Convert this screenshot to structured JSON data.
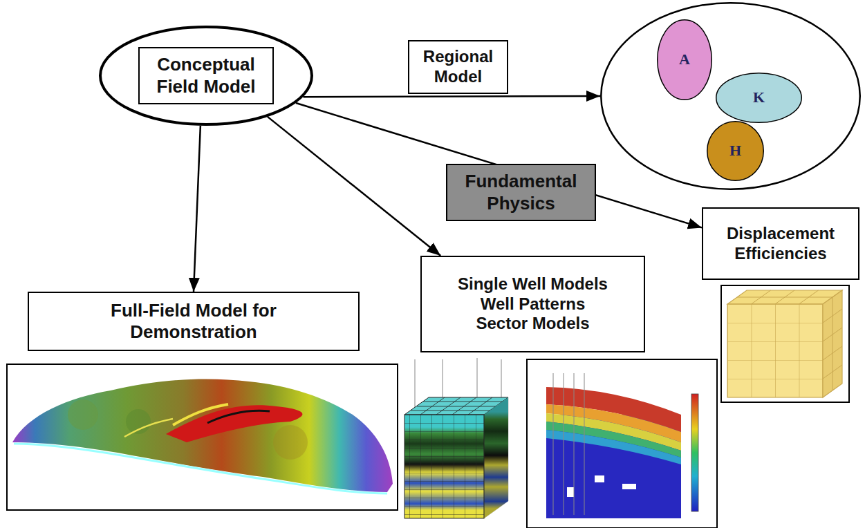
{
  "diagram": {
    "nodes": [
      {
        "text": [
          "Conceptual Field Model"
        ]
      },
      {
        "text": []
      },
      {
        "text": [
          "A"
        ],
        "in": 1
      },
      {
        "text": [
          "K"
        ],
        "in": 1
      },
      {
        "text": [
          "H"
        ],
        "in": 1
      },
      {
        "text": [
          "Full-Field Model for Demonstration"
        ]
      },
      {
        "text": [
          "Single Well Models",
          "Well Patterns",
          "Sector Models"
        ]
      },
      {
        "text": [
          "Displacement Efficiencies"
        ]
      }
    ],
    "edges": [
      {
        "from": 0,
        "to": 1,
        "arrow": "to",
        "label": "Regional Model"
      },
      {
        "from": 0,
        "to": 7,
        "arrow": "to",
        "label": "Fundamental Physics"
      },
      {
        "from": 0,
        "to": 5,
        "arrow": "to"
      },
      {
        "from": 0,
        "to": 6,
        "arrow": "to"
      }
    ]
  }
}
